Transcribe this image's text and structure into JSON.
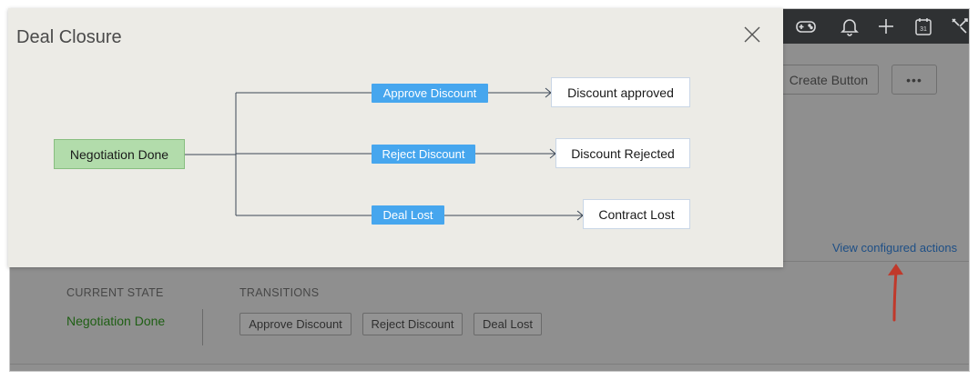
{
  "modal": {
    "title": "Deal Closure",
    "start_state": "Negotiation Done",
    "flows": [
      {
        "transition": "Approve Discount",
        "target": "Discount approved"
      },
      {
        "transition": "Reject Discount",
        "target": "Discount Rejected"
      },
      {
        "transition": "Deal Lost",
        "target": "Contract Lost"
      }
    ]
  },
  "topbar": {
    "icons": [
      "gamepad-icon",
      "bell-icon",
      "plus-icon",
      "calendar-icon",
      "tools-icon"
    ],
    "calendar_day": "31"
  },
  "toolbar": {
    "create_button": "Create Button",
    "more_button": "•••"
  },
  "links": {
    "view_configured_actions": "View configured actions"
  },
  "blueprint": {
    "current_state_label": "CURRENT STATE",
    "current_state_value": "Negotiation Done",
    "transitions_label": "TRANSITIONS",
    "transitions": [
      "Approve Discount",
      "Reject Discount",
      "Deal Lost"
    ]
  },
  "colors": {
    "start_state": "#b2dcab",
    "transition": "#46a6ee",
    "annotation_arrow": "#c0392b",
    "current_state_text": "#1f5f14"
  }
}
